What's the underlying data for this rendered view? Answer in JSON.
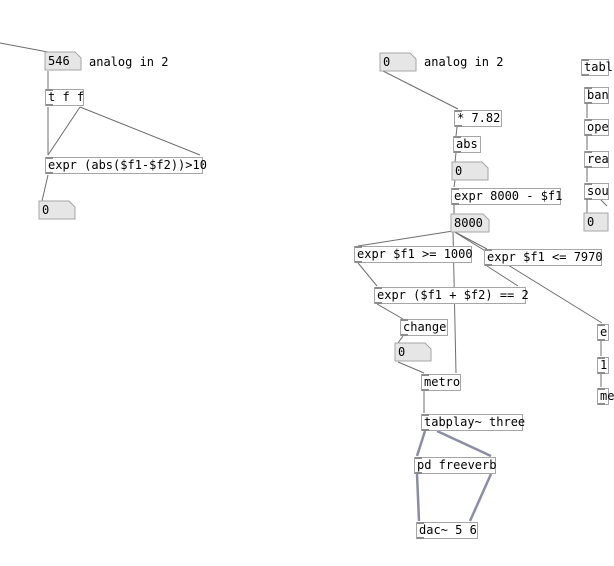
{
  "patch": {
    "left": {
      "number_display": "546",
      "analog_label": "analog in 2",
      "trigger_obj": "t f f",
      "expr_obj": "expr (abs($f1-$f2))>10",
      "output_number": "0"
    },
    "middle": {
      "number_input": "0",
      "analog_label": "analog in 2",
      "mult_obj": "* 7.82",
      "abs_obj": "abs",
      "abs_number": "0",
      "sub_obj": "expr 8000 - $f1",
      "sub_number": "8000",
      "gte_obj": "expr $f1 >= 1000",
      "lte_obj": "expr $f1 <= 7970",
      "sum_obj": "expr ($f1 + $f2) == 2",
      "change_obj": "change",
      "change_number": "0",
      "metro_obj": "metro",
      "tabplay_obj": "tabplay~ three",
      "freeverb_obj": "pd freeverb",
      "dac_obj": "dac~ 5 6"
    },
    "right": {
      "tabl_obj": "tabl",
      "ban_obj": "ban",
      "ope_obj": "ope",
      "rea_obj": "rea",
      "sou_obj": "sou",
      "number": "0",
      "e_obj": "e",
      "one_obj": "1",
      "me_obj": "me"
    }
  }
}
